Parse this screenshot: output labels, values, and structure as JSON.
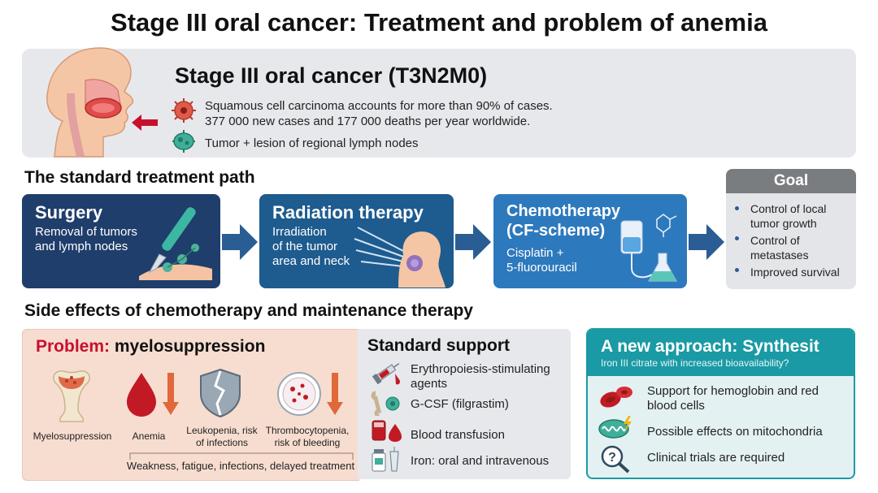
{
  "title": "Stage III oral cancer: Treatment and problem of anemia",
  "overview": {
    "heading": "Stage III oral cancer (T3N2M0)",
    "fact_1": "Squamous cell carcinoma accounts for more than 90% of cases.",
    "fact_2": "377 000 new cases and 177 000 deaths per year worldwide.",
    "fact_3": "Tumor + lesion of regional lymph nodes"
  },
  "treatment_path": {
    "heading": "The standard treatment path",
    "surgery": {
      "title": "Surgery",
      "text_1": "Removal of tumors",
      "text_2": "and lymph nodes",
      "color": "#1f3e6b"
    },
    "radiation": {
      "title": "Radiation therapy",
      "text_1": "Irradiation",
      "text_2": "of the tumor",
      "text_3": "area and neck",
      "color": "#1e5b8e"
    },
    "chemo": {
      "title_1": "Chemotherapy",
      "title_2": "(CF-scheme)",
      "text_1": "Cisplatin +",
      "text_2": "5-fluorouracil",
      "color": "#2d79bd"
    },
    "goal": {
      "heading": "Goal",
      "item_1a": "Control of local",
      "item_1b": "tumor growth",
      "item_2a": "Control of",
      "item_2b": "metastases",
      "item_3": "Improved survival"
    }
  },
  "side_effects": {
    "heading": "Side effects of chemotherapy and maintenance therapy",
    "problem": {
      "label": "Problem:",
      "title": "myelosuppression",
      "items": {
        "myelo": "Myelosuppression",
        "anemia": "Anemia",
        "leuko_1": "Leukopenia, risk",
        "leuko_2": "of infections",
        "thrombo_1": "Thrombocytopenia,",
        "thrombo_2": "risk of bleeding"
      },
      "consequences": "Weakness, fatigue, infections, delayed treatment"
    },
    "support": {
      "title": "Standard support",
      "item_1a": "Erythropoiesis-stimulating",
      "item_1b": "agents",
      "item_2": "G-CSF (filgrastim)",
      "item_3": "Blood transfusion",
      "item_4": "Iron: oral and intravenous"
    }
  },
  "new_approach": {
    "title": "A new approach: Synthesit",
    "subtitle": "Iron III citrate with increased bioavailability?",
    "item_1a": "Support for hemoglobin and red",
    "item_1b": "blood cells",
    "item_2": "Possible effects on mitochondria",
    "item_3": "Clinical trials are required",
    "accent": "#1a9aa5"
  },
  "colors": {
    "arrow": "#2a5d94",
    "alert_red": "#c8102e",
    "drop_red": "#c11a24"
  }
}
